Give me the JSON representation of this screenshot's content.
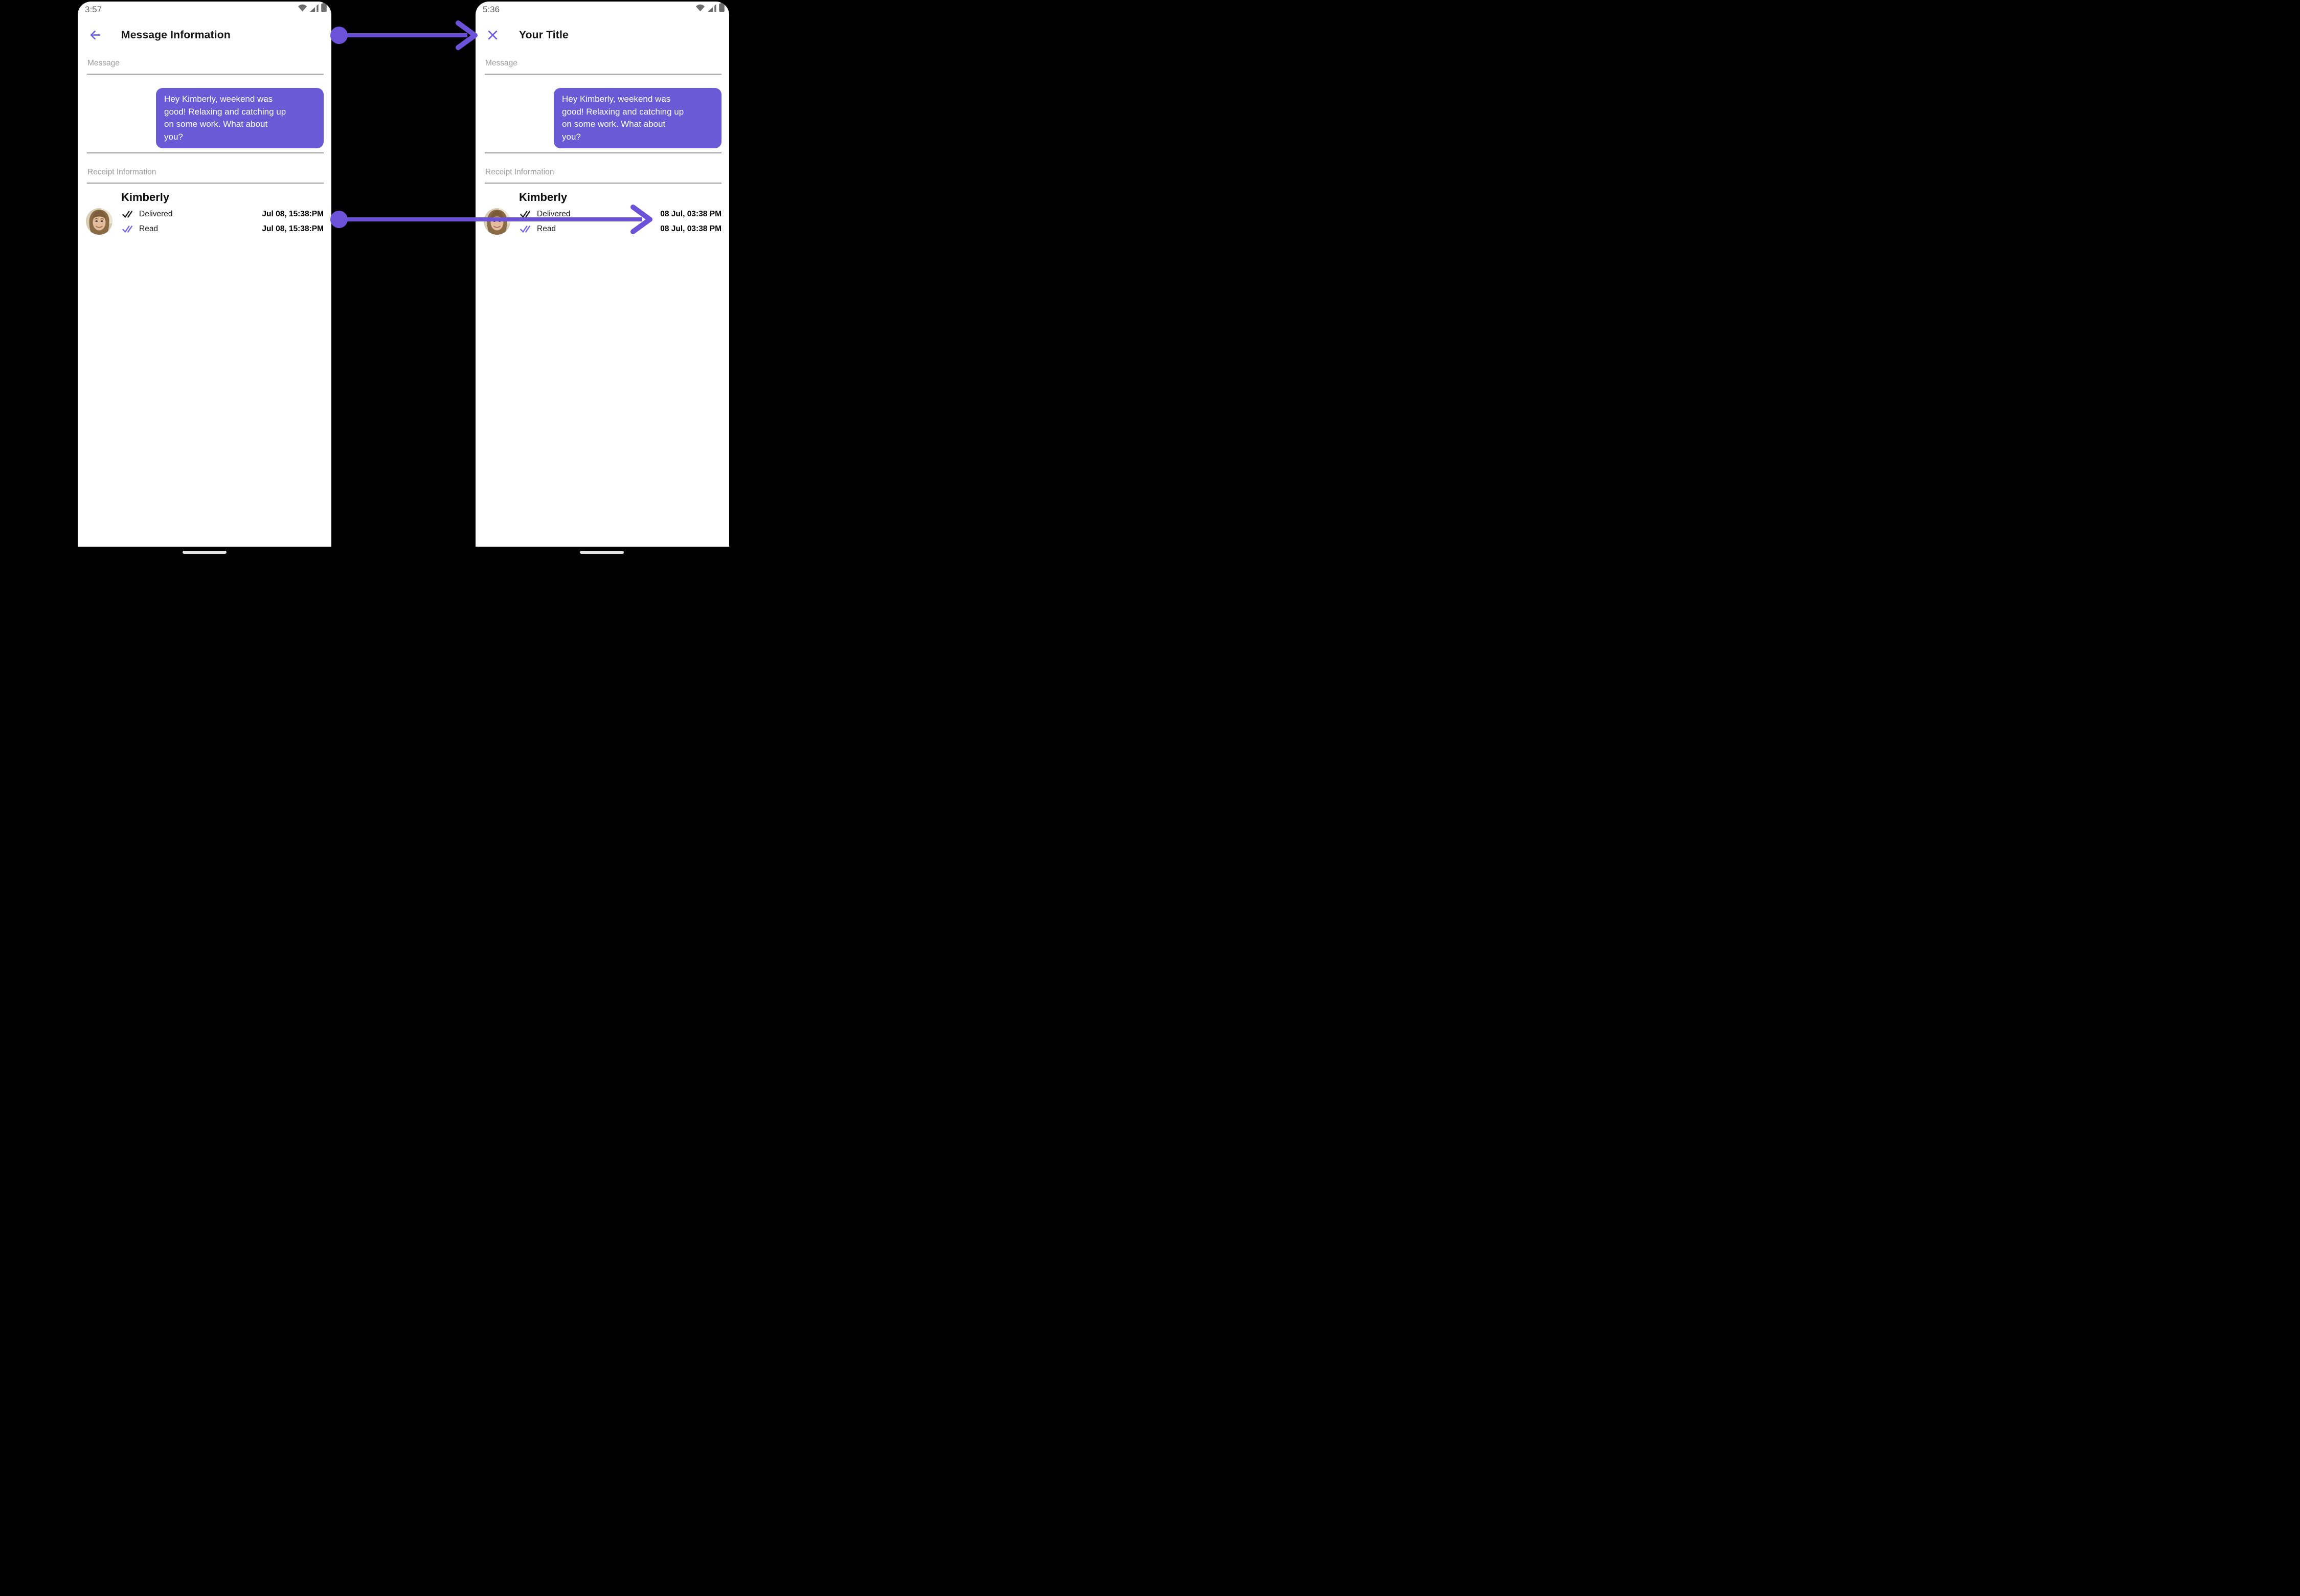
{
  "colors": {
    "bubble_purple": "#6A5AD6",
    "annotation_purple": "#6C52D8",
    "icon_purple": "#7366E6",
    "label_gray": "#9C9C9C",
    "status_gray": "#6E6E6E"
  },
  "left_phone": {
    "status_bar": {
      "time": "3:57",
      "icons": [
        "wifi-icon",
        "cell-signal-icon",
        "battery-icon"
      ]
    },
    "header": {
      "nav_icon": "arrow-left-icon",
      "title": "Message Information"
    },
    "message_section": {
      "label": "Message",
      "bubble_text": "Hey Kimberly, weekend was\ngood!  Relaxing and catching up\non some work.  What about\nyou?"
    },
    "receipt_section": {
      "label": "Receipt Information",
      "contact_name": "Kimberly",
      "avatar": "kimberly-photo",
      "rows": [
        {
          "icon": "double-check-icon",
          "label": "Delivered",
          "timestamp": "Jul 08, 15:38:PM"
        },
        {
          "icon": "double-check-icon",
          "label": "Read",
          "timestamp": "Jul 08, 15:38:PM"
        }
      ]
    }
  },
  "right_phone": {
    "status_bar": {
      "time": "5:36",
      "icons": [
        "wifi-icon",
        "cell-signal-icon",
        "battery-icon"
      ]
    },
    "header": {
      "nav_icon": "x-close-icon",
      "title": "Your Title"
    },
    "message_section": {
      "label": "Message",
      "bubble_text": "Hey Kimberly, weekend was\ngood!  Relaxing and catching up\non some work.  What about\nyou?"
    },
    "receipt_section": {
      "label": "Receipt Information",
      "contact_name": "Kimberly",
      "avatar": "kimberly-photo",
      "rows": [
        {
          "icon": "double-check-icon",
          "label": "Delivered",
          "timestamp": "08 Jul, 03:38 PM"
        },
        {
          "icon": "double-check-icon",
          "label": "Read",
          "timestamp": "08 Jul, 03:38 PM"
        }
      ]
    }
  },
  "annotations": {
    "arrows": [
      {
        "name": "header-change-arrow",
        "from": "message-information-title",
        "to": "your-title"
      },
      {
        "name": "timestamp-change-arrow",
        "from": "receipt-timestamps",
        "to": "reformatted-timestamps"
      }
    ]
  }
}
